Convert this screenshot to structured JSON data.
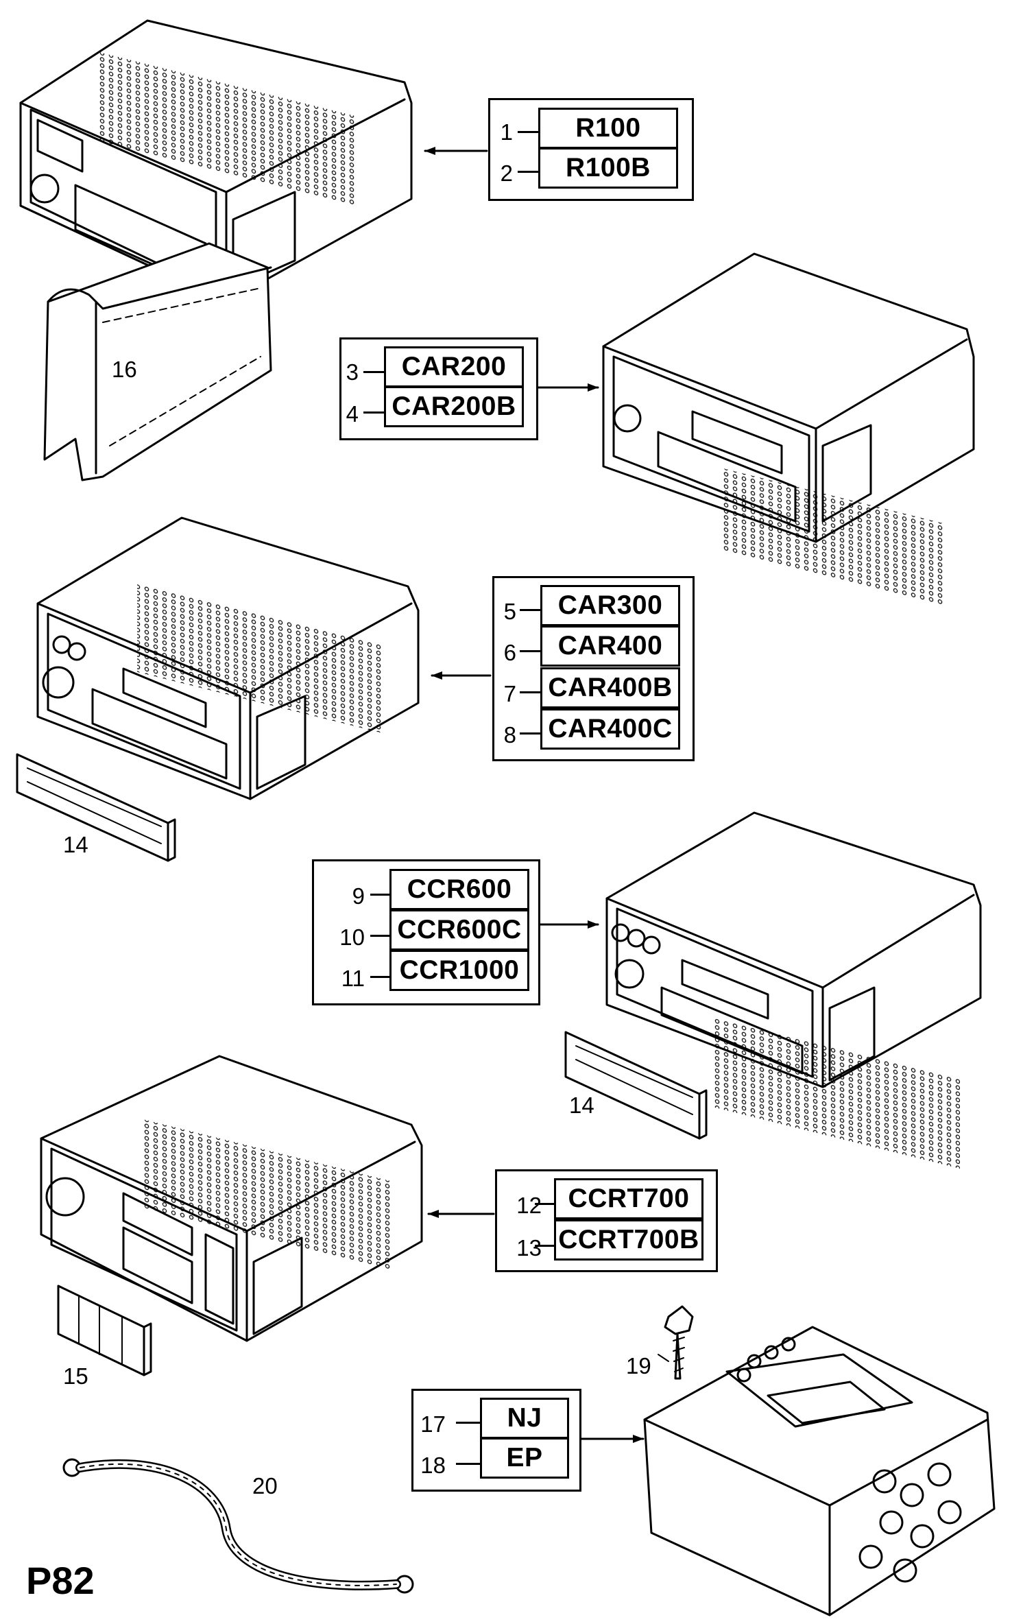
{
  "page_code": "P82",
  "groups": [
    {
      "items": [
        {
          "num": "1",
          "code": "R100"
        },
        {
          "num": "2",
          "code": "R100B"
        }
      ]
    },
    {
      "items": [
        {
          "num": "3",
          "code": "CAR200"
        },
        {
          "num": "4",
          "code": "CAR200B"
        }
      ]
    },
    {
      "items": [
        {
          "num": "5",
          "code": "CAR300"
        },
        {
          "num": "6",
          "code": "CAR400"
        },
        {
          "num": "7",
          "code": "CAR400B"
        },
        {
          "num": "8",
          "code": "CAR400C"
        }
      ]
    },
    {
      "items": [
        {
          "num": "9",
          "code": "CCR600"
        },
        {
          "num": "10",
          "code": "CCR600C"
        },
        {
          "num": "11",
          "code": "CCR1000"
        }
      ]
    },
    {
      "items": [
        {
          "num": "12",
          "code": "CCRT700"
        },
        {
          "num": "13",
          "code": "CCRT700B"
        }
      ]
    },
    {
      "items": [
        {
          "num": "17",
          "code": "NJ"
        },
        {
          "num": "18",
          "code": "EP"
        }
      ]
    }
  ],
  "parts": {
    "sleeve": "16",
    "faceplate_a": "14",
    "faceplate_b": "14",
    "faceplate_c": "15",
    "screw": "19",
    "strap": "20"
  }
}
